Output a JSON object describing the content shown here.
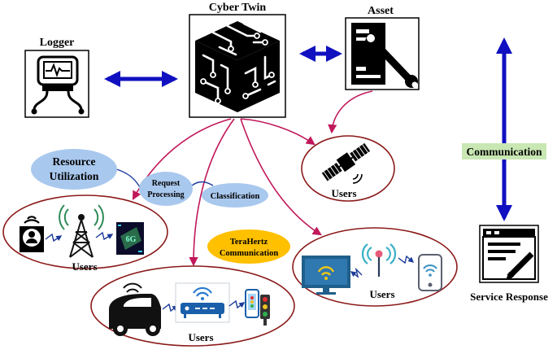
{
  "nodes": {
    "logger": "Logger",
    "cyber_twin": "Cyber Twin",
    "asset": "Asset",
    "service_response": "Service Response"
  },
  "labels": {
    "resource_line1": "Resource",
    "resource_line2": "Utilization",
    "request_line1": "Request",
    "request_line2": "Processing",
    "classification": "Classification",
    "terahertz_line1": "TeraHertz",
    "terahertz_line2": "Communication",
    "communication": "Communication"
  },
  "user_groups": {
    "satellite": "Users",
    "cellular": "Users",
    "vehicle": "Users",
    "wifi": "Users"
  },
  "badges": {
    "six_g": "6G"
  },
  "colors": {
    "arrow_blue": "#1010c0",
    "link_magenta": "#c0185a",
    "ellipse_border": "#8b1a1a",
    "bubble_blue": "#a9c8ee",
    "bubble_yellow": "#ffc000",
    "comm_green": "#c9e7b3"
  }
}
